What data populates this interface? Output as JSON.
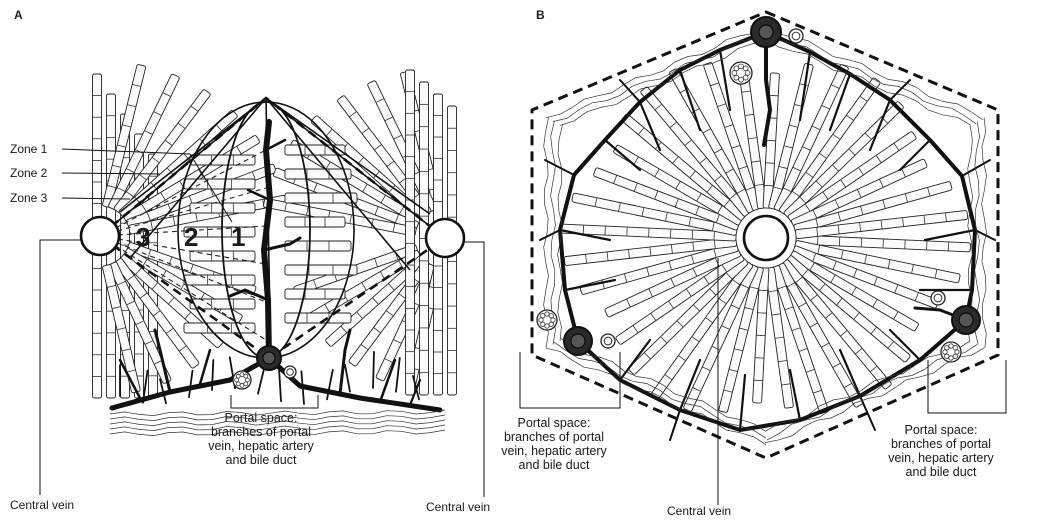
{
  "panels": {
    "a": {
      "letter": "A"
    },
    "b": {
      "letter": "B"
    }
  },
  "zones": {
    "labels": [
      "Zone 1",
      "Zone 2",
      "Zone 3"
    ],
    "numbers": [
      "3",
      "2",
      "1"
    ]
  },
  "captions": {
    "portal_space_lines": [
      "Portal space:",
      "branches of portal",
      "vein, hepatic artery",
      "and bile duct"
    ],
    "central_vein": "Central vein"
  }
}
